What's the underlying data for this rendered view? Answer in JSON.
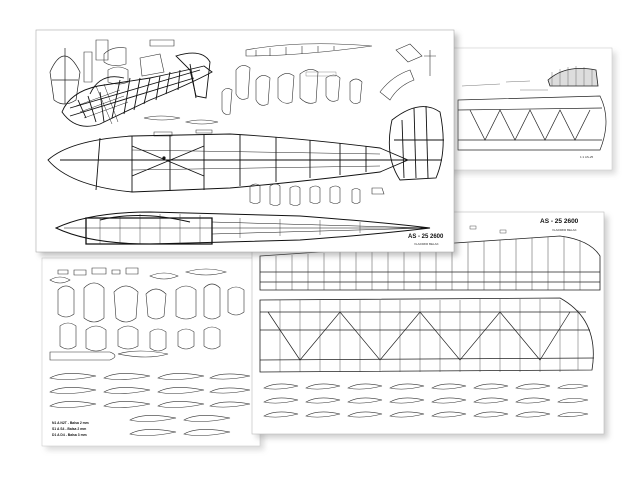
{
  "sheet_top": {
    "model_label": "AS - 25   2600",
    "sub_label": "VLADIMIR BELAK"
  },
  "sheet_bottom_right": {
    "model_label": "AS - 25   2600",
    "sub_label": "VLADIMIR BELAK"
  },
  "sheet_bottom_left": {
    "notes": [
      "N1 A N2T - Balsa 2 mm",
      "S1 A S4 - Balsa 2 mm",
      "D1 A D4 - Balsa 3 mm"
    ]
  },
  "colors": {
    "paper": "#ffffff",
    "ink": "#111111",
    "shadow": "#bdbdbd"
  }
}
